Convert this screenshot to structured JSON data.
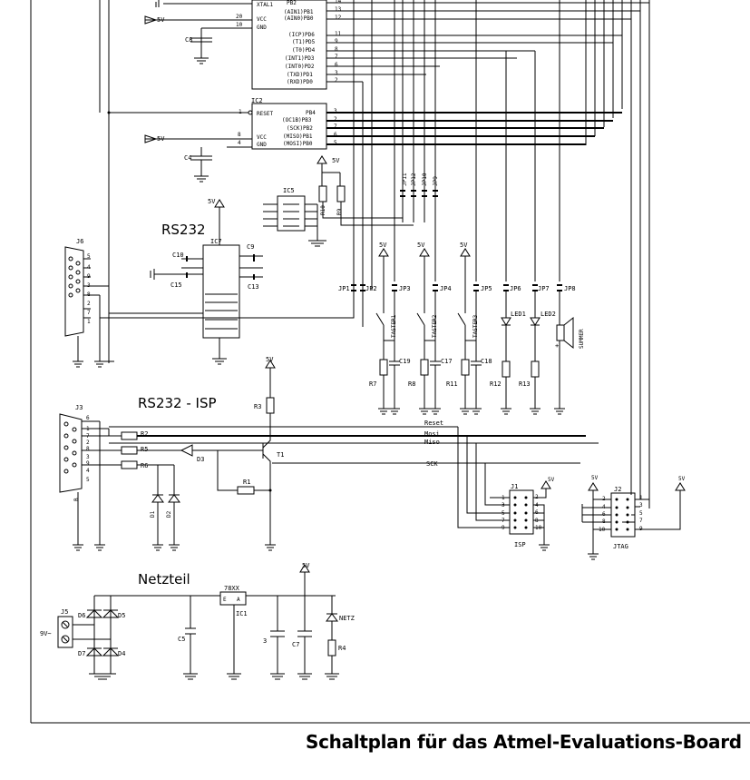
{
  "caption": "Schaltplan für das Atmel-Evaluations-Board",
  "sections": {
    "rs232": "RS232",
    "rs232_isp": "RS232 - ISP",
    "netzteil": "Netzteil"
  },
  "ic1": {
    "pins_left": [
      "XTAL1",
      "VCC",
      "GND"
    ],
    "pins_left_nums": [
      "20",
      "10"
    ],
    "pins_right": [
      "PB2",
      "(AIN1)PB1",
      "(AIN0)PB0",
      "(ICP)PD6",
      "(T1)PD5",
      "(T0)PD4",
      "(INT1)PD3",
      "(INT0)PD2",
      "(TXD)PD1",
      "(RXD)PD0"
    ],
    "pin_nums": [
      "14",
      "13",
      "12",
      "11",
      "9",
      "8",
      "7",
      "6",
      "3",
      "2"
    ]
  },
  "ic2": {
    "name": "IC2",
    "pins_left": [
      "RESET",
      "VCC",
      "GND"
    ],
    "pins_left_nums": [
      "1",
      "8",
      "4"
    ],
    "pins_right": [
      "PB4",
      "(OC1B)PB3",
      "(SCK)PB2",
      "(MISO)PB1",
      "(MOSI)PB0"
    ],
    "pin_nums": [
      "3",
      "2",
      "7",
      "6",
      "5"
    ]
  },
  "parts": {
    "c8": "C8",
    "c4": "C4",
    "c9": "C9",
    "c10": "C10",
    "c13": "C13",
    "c15": "C15",
    "c19": "C19",
    "c17": "C17",
    "c18": "C18",
    "c5": "C5",
    "c3": "3",
    "c7": "C7",
    "ic5": "IC5",
    "ic7": "IC7",
    "ic1_reg": "IC1",
    "reg_type": "78XX",
    "r10": "R10",
    "r9": "R9",
    "r3": "R3",
    "r2": "R2",
    "r5": "R5",
    "r6": "R6",
    "r1": "R1",
    "r7": "R7",
    "r8": "R8",
    "r11": "R11",
    "r12": "R12",
    "r13": "R13",
    "r4": "R4",
    "d3": "D3",
    "d1": "D1",
    "d2": "D2",
    "d4": "D4",
    "d5": "D5",
    "d6": "D6",
    "d7": "D7",
    "t1": "T1",
    "j1": "J1",
    "j2": "J2",
    "j3": "J3",
    "j5": "J5",
    "j6": "J6",
    "jp1": "JP1",
    "jp2": "JP2",
    "jp3": "JP3",
    "jp4": "JP4",
    "jp5": "JP5",
    "jp6": "JP6",
    "jp7": "JP7",
    "jp8": "JP8",
    "jp9": "JP9",
    "jp10": "JP10",
    "jp11": "JP11",
    "jp12": "JP12",
    "taster1": "TASTER1",
    "taster2": "TASTER2",
    "taster3": "TASTER3",
    "led1": "LED1",
    "led2": "LED2",
    "summer": "SUMMER",
    "netz": "NETZ",
    "isp": "ISP",
    "jtag": "JTAG",
    "nine_v": "9V~",
    "reg_e": "E",
    "reg_a": "A"
  },
  "nets": {
    "reset": "Reset",
    "mosi": "Mosi",
    "miso": "Miso",
    "sck": "SCK",
    "supply": "5V"
  }
}
